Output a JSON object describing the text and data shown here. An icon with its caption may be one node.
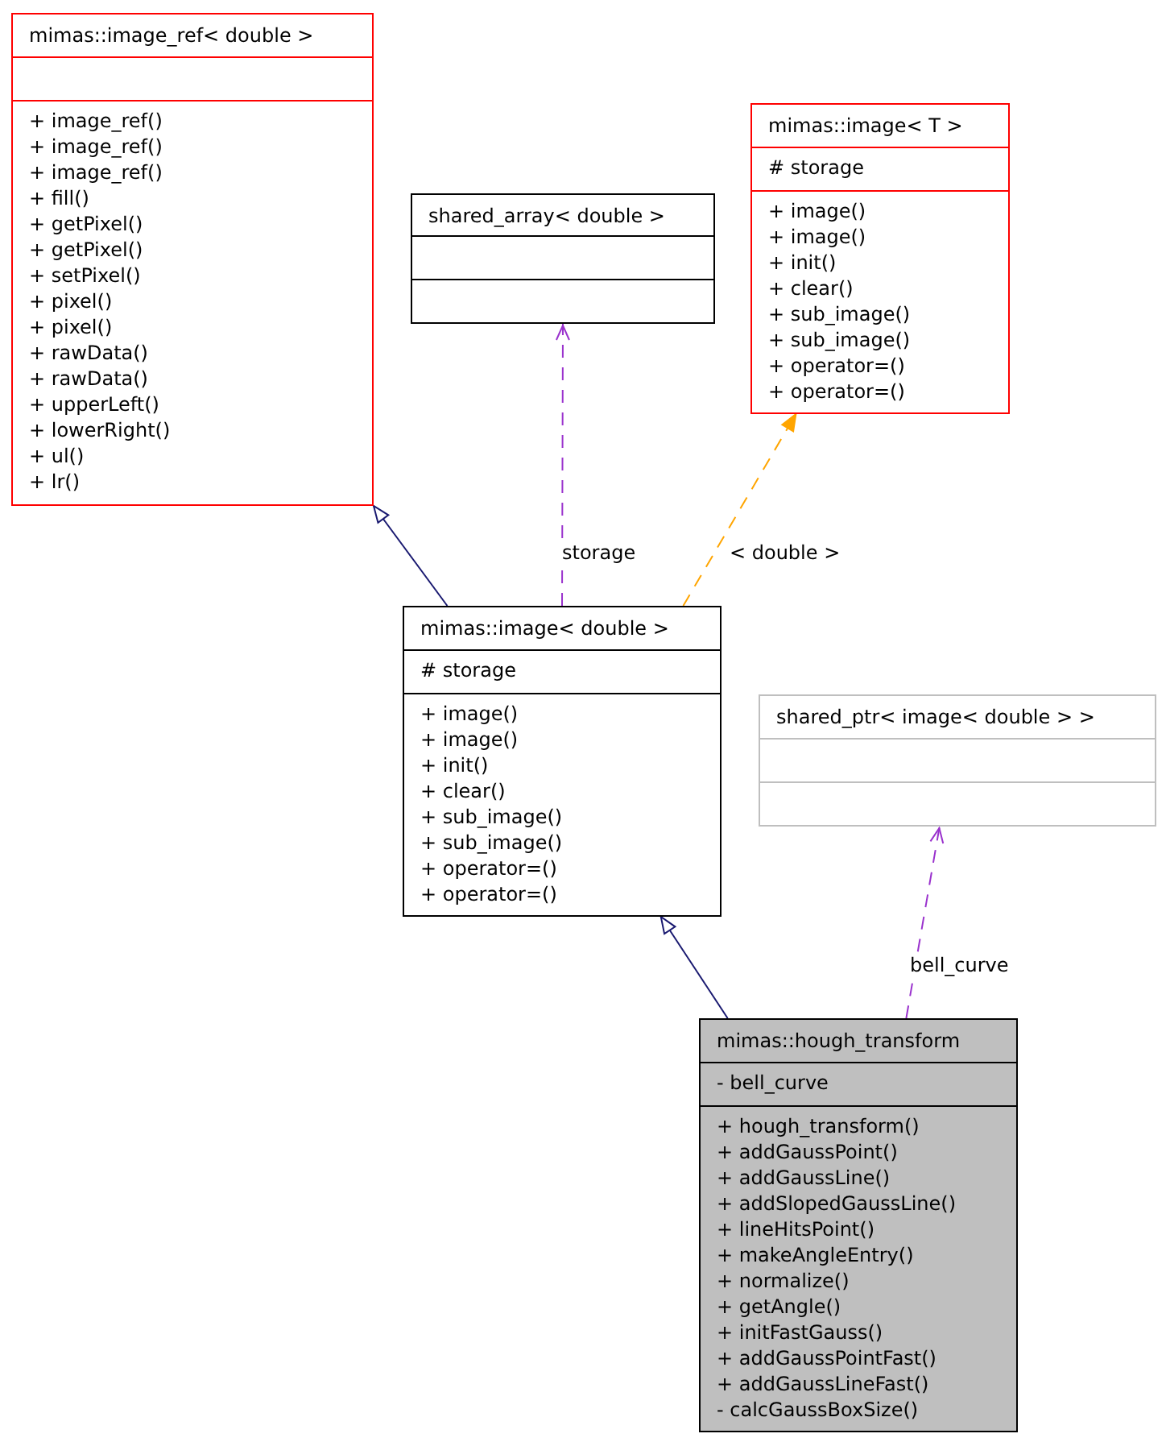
{
  "diagram": {
    "nodes": [
      {
        "text": [
          "mimas::image_ref< double >"
        ]
      },
      {
        "text": [],
        "shape": "box",
        "in": 0
      },
      {
        "text": [
          "+ image_ref()",
          "+ image_ref()",
          "+ image_ref()",
          "+ fill()",
          "+ getPixel()",
          "+ getPixel()",
          "+ setPixel()",
          "+ pixel()",
          "+ pixel()",
          "+ rawData()",
          "+ rawData()",
          "+ upperLeft()",
          "+ lowerRight()",
          "+ ul()",
          "+ lr()"
        ],
        "in": 0
      },
      {
        "text": [
          "shared_array< double >"
        ]
      },
      {
        "text": [],
        "shape": "box",
        "in": 3
      },
      {
        "text": [],
        "shape": "box",
        "in": 3
      },
      {
        "text": [
          "mimas::image< T >"
        ]
      },
      {
        "text": [
          "# storage"
        ],
        "in": 6
      },
      {
        "text": [
          "+ image()",
          "+ image()",
          "+ init()",
          "+ clear()",
          "+ sub_image()",
          "+ sub_image()",
          "+ operator=()",
          "+ operator=()"
        ],
        "in": 6
      },
      {
        "text": [
          "mimas::image< double >"
        ]
      },
      {
        "text": [
          "# storage"
        ],
        "in": 9
      },
      {
        "text": [
          "+ image()",
          "+ image()",
          "+ init()",
          "+ clear()",
          "+ sub_image()",
          "+ sub_image()",
          "+ operator=()",
          "+ operator=()"
        ],
        "in": 9
      },
      {
        "text": [
          "shared_ptr< image< double > >"
        ]
      },
      {
        "text": [],
        "shape": "box",
        "in": 12
      },
      {
        "text": [],
        "shape": "box",
        "in": 12
      },
      {
        "text": [
          "mimas::hough_transform"
        ]
      },
      {
        "text": [
          "- bell_curve"
        ],
        "in": 15
      },
      {
        "text": [
          "+ hough_transform()",
          "+ addGaussPoint()",
          "+ addGaussLine()",
          "+ addSlopedGaussLine()",
          "+ lineHitsPoint()",
          "+ makeAngleEntry()",
          "+ normalize()",
          "+ getAngle()",
          "+ initFastGauss()",
          "+ addGaussPointFast()",
          "+ addGaussLineFast()",
          "- calcGaussBoxSize()"
        ],
        "in": 15
      }
    ],
    "edges": [
      {
        "from": 9,
        "to": 0,
        "arrow": "to",
        "color": "#191970"
      },
      {
        "from": 9,
        "to": 3,
        "arrow": "to",
        "label": "storage",
        "style": "dashed",
        "color": "#9a32cd"
      },
      {
        "from": 9,
        "to": 6,
        "arrow": "to",
        "label": "< double >",
        "style": "dashed",
        "color": "#ffa500"
      },
      {
        "from": 15,
        "to": 9,
        "arrow": "to",
        "color": "#191970"
      },
      {
        "from": 15,
        "to": 12,
        "arrow": "to",
        "label": "bell_curve",
        "style": "dashed",
        "color": "#9a32cd"
      }
    ]
  }
}
